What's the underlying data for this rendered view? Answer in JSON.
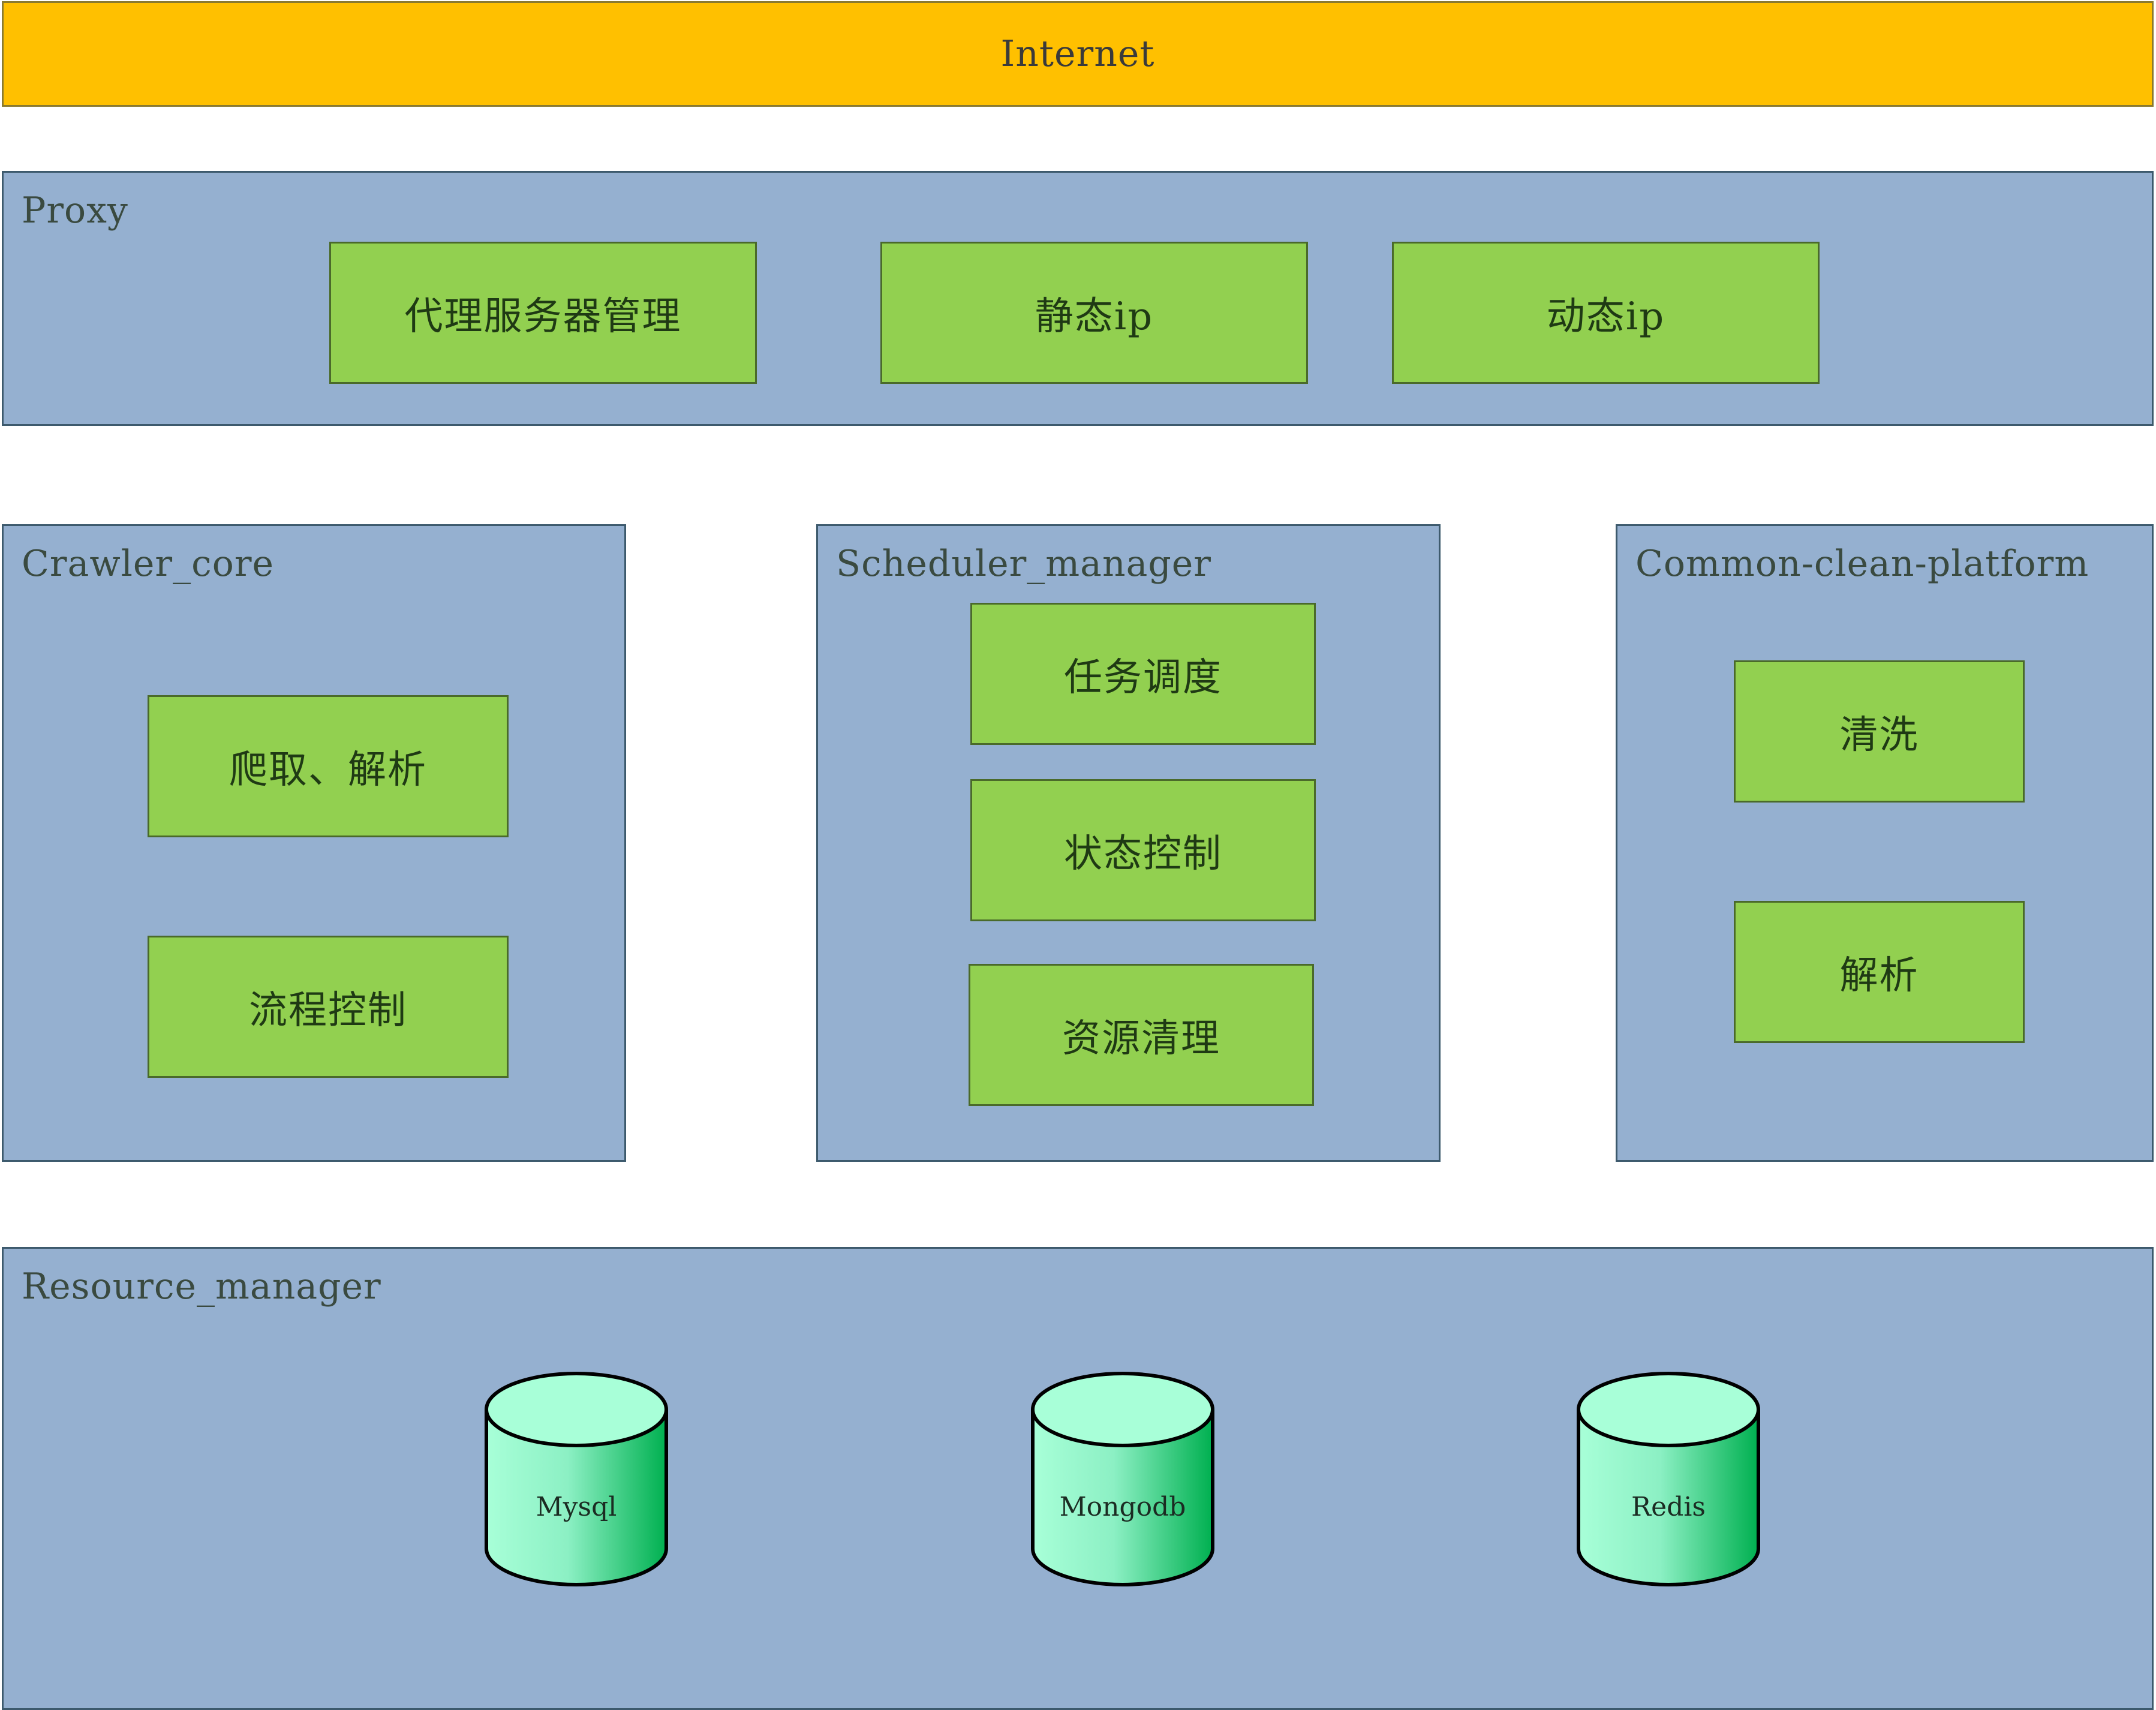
{
  "internet": {
    "label": "Internet",
    "color": "#ffc000"
  },
  "proxy": {
    "title": "Proxy",
    "modules": [
      "代理服务器管理",
      "静态ip",
      "动态ip"
    ]
  },
  "crawler_core": {
    "title": "Crawler_core",
    "modules": [
      "爬取、解析",
      "流程控制"
    ]
  },
  "scheduler_manager": {
    "title": "Scheduler_manager",
    "modules": [
      "任务调度",
      "状态控制",
      "资源清理"
    ]
  },
  "common_clean_platform": {
    "title": "Common-clean-platform",
    "modules": [
      "清洗",
      "解析"
    ]
  },
  "resource_manager": {
    "title": "Resource_manager",
    "databases": [
      "Mysql",
      "Mongodb",
      "Redis"
    ]
  },
  "colors": {
    "group_fill": "#95b0d0",
    "module_fill": "#92d050",
    "database_fill_light": "#a8ffd8",
    "database_fill_dark": "#00b050"
  }
}
